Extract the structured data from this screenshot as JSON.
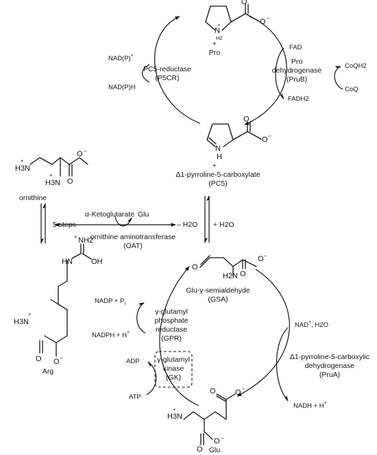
{
  "pro": {
    "name": "Pro",
    "plus": "+",
    "minus": "–",
    "n": "N",
    "h2": "H2"
  },
  "p5cr": {
    "line1": "PC5-reductase",
    "line2": "(P5CR)",
    "cofactor_out": "NAD(P)",
    "cofactor_out_sup": "+",
    "cofactor_in": "NAD(P)H"
  },
  "prub": {
    "line1": "Pro",
    "line2": "dehydrogenase",
    "line3": "(PruB)",
    "fad": "FAD",
    "fadh2": "FADH2",
    "coqh2": "CoQH2",
    "coq": "CoQ"
  },
  "pc5": {
    "line1": "Δ1-pyrroline-5-carboxylate",
    "line2": "(PC5)",
    "plus": "+",
    "minus": "–",
    "n": "N",
    "h": "H"
  },
  "ornithine": {
    "name": "ornithine",
    "h3n": "H3N",
    "minus": "–",
    "plus": "+"
  },
  "oat": {
    "akg": "α-Ketoglutarate",
    "glu": "Glu",
    "steps": "5 steps",
    "line1": "ornithine aminotransferase",
    "line2": "(OAT)",
    "water_out": "– H2O",
    "water_in": "+ H2O"
  },
  "arg": {
    "name": "Arg",
    "nh2": "NH2",
    "hn": "HN",
    "oh": "OH",
    "h3n": "H3N",
    "minus": "–",
    "plus": "+"
  },
  "gsa": {
    "line1": "Glu-γ-semialdehyde",
    "line2": "(GSA)",
    "h2n": "H2N",
    "minus": "–"
  },
  "gpr": {
    "line1": "γ-glutamyl",
    "line2": "phosphate",
    "line3": "reductase",
    "line4": "(GPR)",
    "nadp": "NADP + P",
    "nadp_sub": "i",
    "nadph": "NADPH + H",
    "nadph_sup": "+"
  },
  "gk": {
    "line1": "γ-glutamyl",
    "line2": "kinase",
    "line3": "(GK)",
    "adp": "ADP",
    "atp": "ATP"
  },
  "pruA": {
    "line1": "Δ1-pyrroline-5-carboxylic",
    "line2": "dehydrogenase",
    "line3": "(PruA)",
    "nad": "NAD",
    "nad_sup": "+",
    "nad_rest": ", H2O",
    "nadh": "NADH + H",
    "nadh_sup": "+"
  },
  "glu_bottom": {
    "name": "Glu",
    "h3n": "H3N",
    "plus": "+",
    "minus": "–"
  },
  "atoms": {
    "o": "O"
  }
}
